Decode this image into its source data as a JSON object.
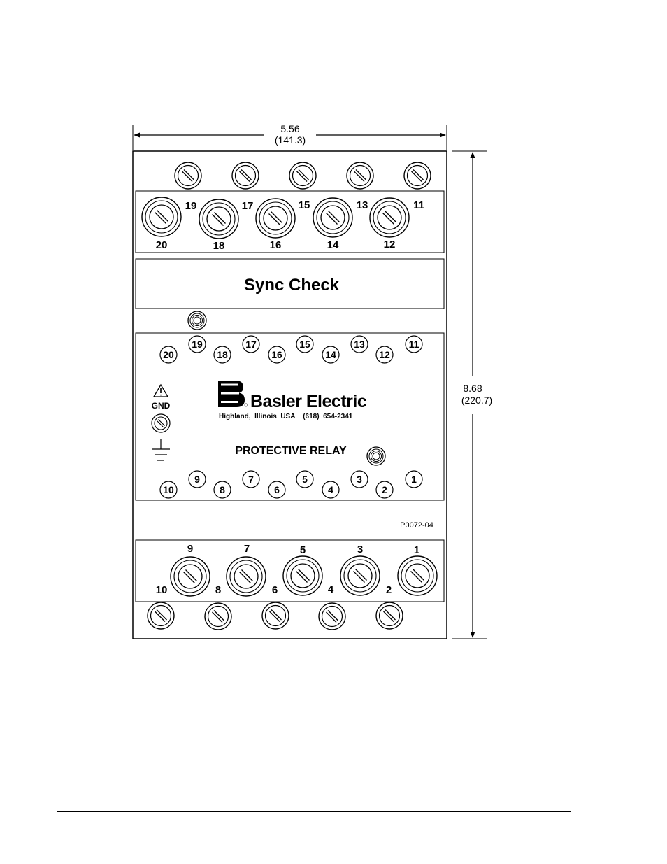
{
  "dimensions": {
    "width_in": "5.56",
    "width_mm": "(141.3)",
    "height_in": "8.68",
    "height_mm": "(220.7)"
  },
  "top_terminals": {
    "upper_row": [
      "19",
      "17",
      "15",
      "13",
      "11"
    ],
    "lower_row": [
      "20",
      "18",
      "16",
      "14",
      "12"
    ]
  },
  "bottom_terminals": {
    "upper_row": [
      "9",
      "7",
      "5",
      "3",
      "1"
    ],
    "lower_row": [
      "10",
      "8",
      "6",
      "4",
      "2"
    ]
  },
  "function_label": "Sync Check",
  "faceplate": {
    "top_numbers": [
      "20",
      "19",
      "18",
      "17",
      "16",
      "15",
      "14",
      "13",
      "12",
      "11"
    ],
    "bottom_numbers": [
      "10",
      "9",
      "8",
      "7",
      "6",
      "5",
      "4",
      "3",
      "2",
      "1"
    ],
    "brand": "Basler Electric",
    "address": "Highland,  Illinois  USA    (618)  654-2341",
    "gnd_label": "GND",
    "product": "PROTECTIVE RELAY"
  },
  "figure_id": "P0072-04"
}
